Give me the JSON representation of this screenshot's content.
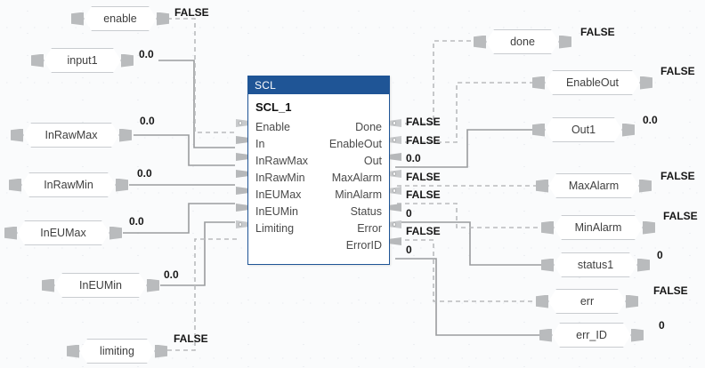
{
  "block": {
    "type_label": "SCL",
    "instance_name": "SCL_1",
    "inputs": [
      {
        "name": "Enable",
        "kind": "bool"
      },
      {
        "name": "In",
        "kind": "num"
      },
      {
        "name": "InRawMax",
        "kind": "num"
      },
      {
        "name": "InRawMin",
        "kind": "num"
      },
      {
        "name": "InEUMax",
        "kind": "num"
      },
      {
        "name": "InEUMin",
        "kind": "num"
      },
      {
        "name": "Limiting",
        "kind": "bool"
      }
    ],
    "outputs": [
      {
        "name": "Done",
        "kind": "bool",
        "value": "FALSE"
      },
      {
        "name": "EnableOut",
        "kind": "bool",
        "value": "FALSE"
      },
      {
        "name": "Out",
        "kind": "num",
        "value": "0.0"
      },
      {
        "name": "MaxAlarm",
        "kind": "bool",
        "value": "FALSE"
      },
      {
        "name": "MinAlarm",
        "kind": "bool",
        "value": "FALSE"
      },
      {
        "name": "Status",
        "kind": "num",
        "value": "0"
      },
      {
        "name": "Error",
        "kind": "bool",
        "value": "FALSE"
      },
      {
        "name": "ErrorID",
        "kind": "num",
        "value": "0"
      }
    ]
  },
  "input_tags": [
    {
      "label": "enable",
      "value": "FALSE"
    },
    {
      "label": "input1",
      "value": "0.0"
    },
    {
      "label": "InRawMax",
      "value": "0.0"
    },
    {
      "label": "InRawMin",
      "value": "0.0"
    },
    {
      "label": "InEUMax",
      "value": "0.0"
    },
    {
      "label": "InEUMin",
      "value": "0.0"
    },
    {
      "label": "limiting",
      "value": "FALSE"
    }
  ],
  "output_tags": [
    {
      "label": "done",
      "value": "FALSE"
    },
    {
      "label": "EnableOut",
      "value": "FALSE"
    },
    {
      "label": "Out1",
      "value": "0.0"
    },
    {
      "label": "MaxAlarm",
      "value": "FALSE"
    },
    {
      "label": "MinAlarm",
      "value": "FALSE"
    },
    {
      "label": "status1",
      "value": "0"
    },
    {
      "label": "err",
      "value": "FALSE"
    },
    {
      "label": "err_ID",
      "value": "0"
    }
  ],
  "colors": {
    "header_blue": "#1f5596",
    "canvas": "#fafbfc",
    "wire_solid": "#9a9c9e",
    "wire_dashed": "#b9bbbd",
    "connector_grey": "#b9bbbd"
  }
}
